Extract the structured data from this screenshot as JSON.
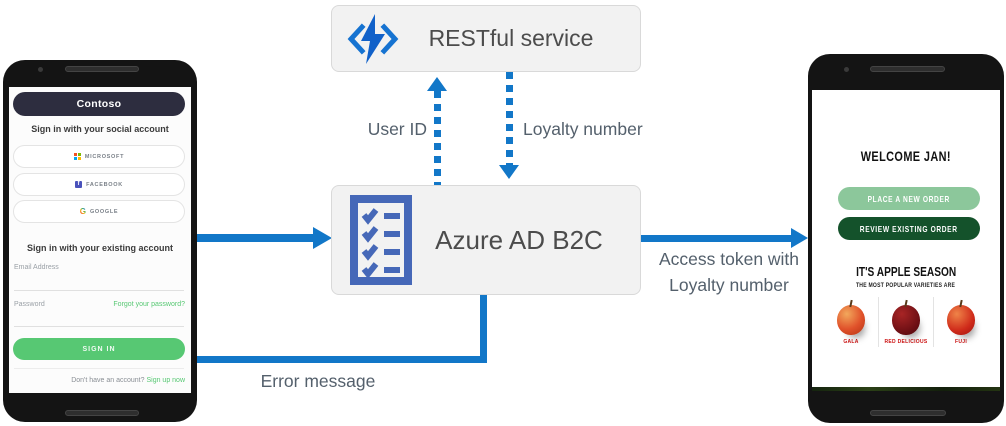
{
  "diagram": {
    "boxes": {
      "restful": {
        "label": "RESTful service",
        "icon": "azure-functions-icon"
      },
      "b2c": {
        "label": "Azure AD B2C",
        "icon": "checklist-icon"
      }
    },
    "flows": {
      "user_id_label": "User ID",
      "loyalty_number_label": "Loyalty number",
      "access_token_label_line1": "Access token with",
      "access_token_label_line2": "Loyalty number",
      "error_label": "Error message"
    },
    "colors": {
      "arrow_blue": "#1277c8",
      "box_bg": "#f2f2f2",
      "box_border": "#d9d9d9",
      "box_text": "#4c4c4c",
      "flow_label_text": "#54606c",
      "functions_icon_blue": "#1673d1",
      "checklist_icon_blue": "#4668b8"
    }
  },
  "left_phone": {
    "header": "Contoso",
    "social_heading": "Sign in with your social account",
    "social_buttons": [
      {
        "label": "MICROSOFT",
        "icon": "microsoft-icon"
      },
      {
        "label": "FACEBOOK",
        "icon": "facebook-icon"
      },
      {
        "label": "GOOGLE",
        "icon": "google-icon"
      }
    ],
    "existing_heading": "Sign in with your existing account",
    "email_placeholder": "Email Address",
    "password_placeholder": "Password",
    "forgot_link": "Forgot your password?",
    "sign_in_button": "SIGN IN",
    "signup_prompt": "Don't have an account? ",
    "signup_link": "Sign up now",
    "colors": {
      "green": "#57c873",
      "header_bg": "#2d2d3f"
    }
  },
  "right_phone": {
    "welcome": "WELCOME JAN!",
    "primary_button": "PLACE A NEW ORDER",
    "secondary_button": "REVIEW EXISTING ORDER",
    "season_title": "IT'S APPLE SEASON",
    "season_subtitle": "THE MOST POPULAR VARIETIES ARE",
    "apples": [
      {
        "name": "GALA"
      },
      {
        "name": "RED DELICIOUS"
      },
      {
        "name": "FUJI"
      }
    ],
    "colors": {
      "light_green": "#8cc79b",
      "dark_green": "#14522b",
      "apple_label_red": "#cc1111"
    }
  }
}
